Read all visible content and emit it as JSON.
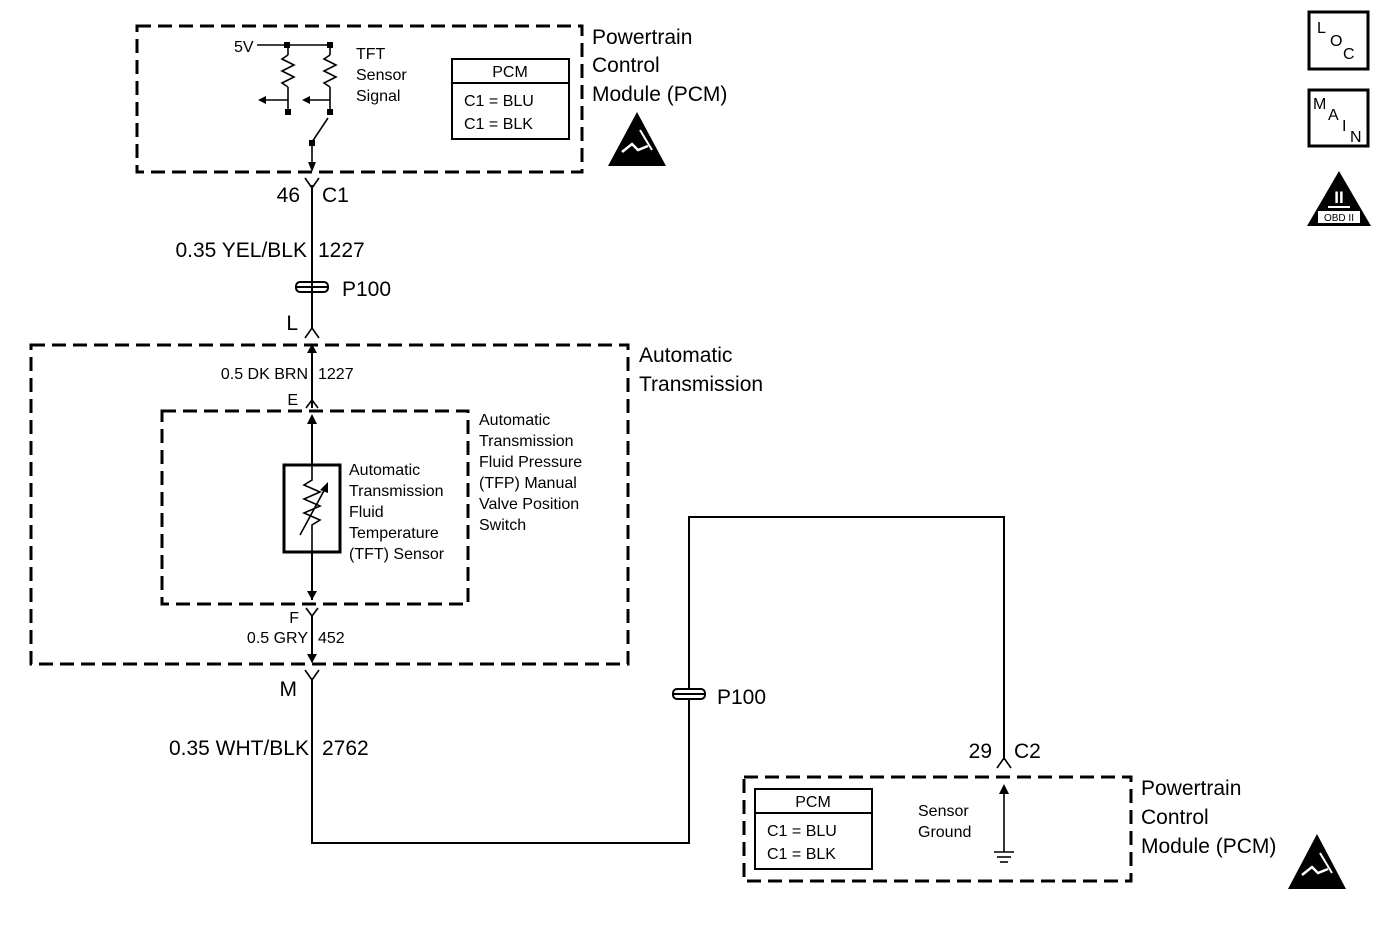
{
  "pcm_top": {
    "title_lines": [
      "Powertrain",
      "Control",
      "Module (PCM)"
    ],
    "voltage": "5V",
    "signal_lines": [
      "TFT",
      "Sensor",
      "Signal"
    ],
    "table_header": "PCM",
    "table_rows": [
      "C1 = BLU",
      "C1 = BLK"
    ]
  },
  "upper_circuit": {
    "pin": "46",
    "connector": "C1",
    "wire_spec": "0.35 YEL/BLK",
    "circuit": "1227",
    "pass_through": "P100",
    "terminal": "L"
  },
  "transmission": {
    "title_lines": [
      "Automatic",
      "Transmission"
    ],
    "wire_top_spec": "0.5 DK BRN",
    "wire_top_circuit": "1227",
    "terminal_top": "E",
    "switch_lines": [
      "Automatic",
      "Transmission",
      "Fluid Pressure",
      "(TFP) Manual",
      "Valve Position",
      "Switch"
    ],
    "sensor_lines": [
      "Automatic",
      "Transmission",
      "Fluid",
      "Temperature",
      "(TFT) Sensor"
    ],
    "terminal_bottom": "F",
    "wire_bottom_spec": "0.5 GRY",
    "wire_bottom_circuit": "452"
  },
  "lower_circuit": {
    "terminal": "M",
    "wire_spec": "0.35 WHT/BLK",
    "circuit": "2762",
    "pass_through": "P100",
    "pin": "29",
    "connector": "C2"
  },
  "pcm_bottom": {
    "title_lines": [
      "Powertrain",
      "Control",
      "Module (PCM)"
    ],
    "table_header": "PCM",
    "table_rows": [
      "C1 = BLU",
      "C1 = BLK"
    ],
    "ground_lines": [
      "Sensor",
      "Ground"
    ]
  },
  "legend_icons": {
    "loc": [
      "L",
      "O",
      "C"
    ],
    "main": [
      "M",
      "A",
      "I",
      "N"
    ],
    "obd_top": "II",
    "obd_bottom": "OBD II"
  }
}
